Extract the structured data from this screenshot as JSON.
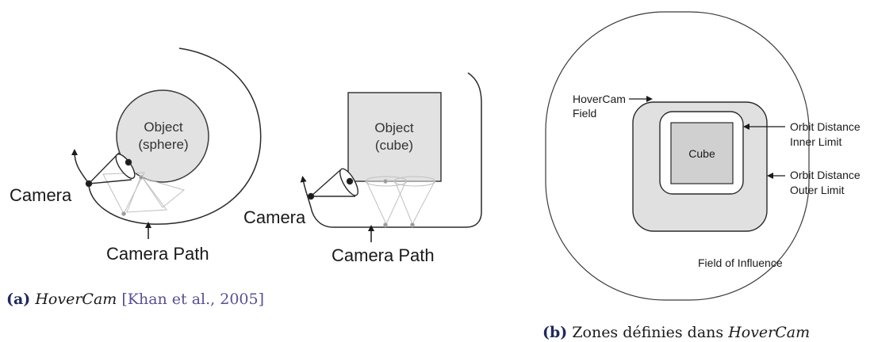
{
  "panel_a": {
    "sphere": {
      "label_line1": "Object",
      "label_line2": "(sphere)",
      "camera_label": "Camera",
      "path_label": "Camera Path"
    },
    "cube": {
      "label_line1": "Object",
      "label_line2": "(cube)",
      "camera_label": "Camera",
      "path_label": "Camera Path"
    },
    "caption": {
      "label": "(a)",
      "title": "HoverCam",
      "citation": "[Khan et al., 2005]"
    }
  },
  "panel_b": {
    "cube_label": "Cube",
    "hovercam_field_line1": "HoverCam",
    "hovercam_field_line2": "Field",
    "inner_limit_line1": "Orbit Distance",
    "inner_limit_line2": "Inner Limit",
    "outer_limit_line1": "Orbit Distance",
    "outer_limit_line2": "Outer Limit",
    "influence_label": "Field of Influence",
    "caption": {
      "label": "(b)",
      "text": "Zones définies dans",
      "title": "HoverCam"
    }
  },
  "colors": {
    "object_fill": "#e2e2e2",
    "cube_fill": "#d0d0d0",
    "field_fill": "#ffffff",
    "outline": "#2a2a2a",
    "ghost": "#b8b8b8",
    "caption_label": "#202a5a",
    "citation": "#5a4f94"
  }
}
